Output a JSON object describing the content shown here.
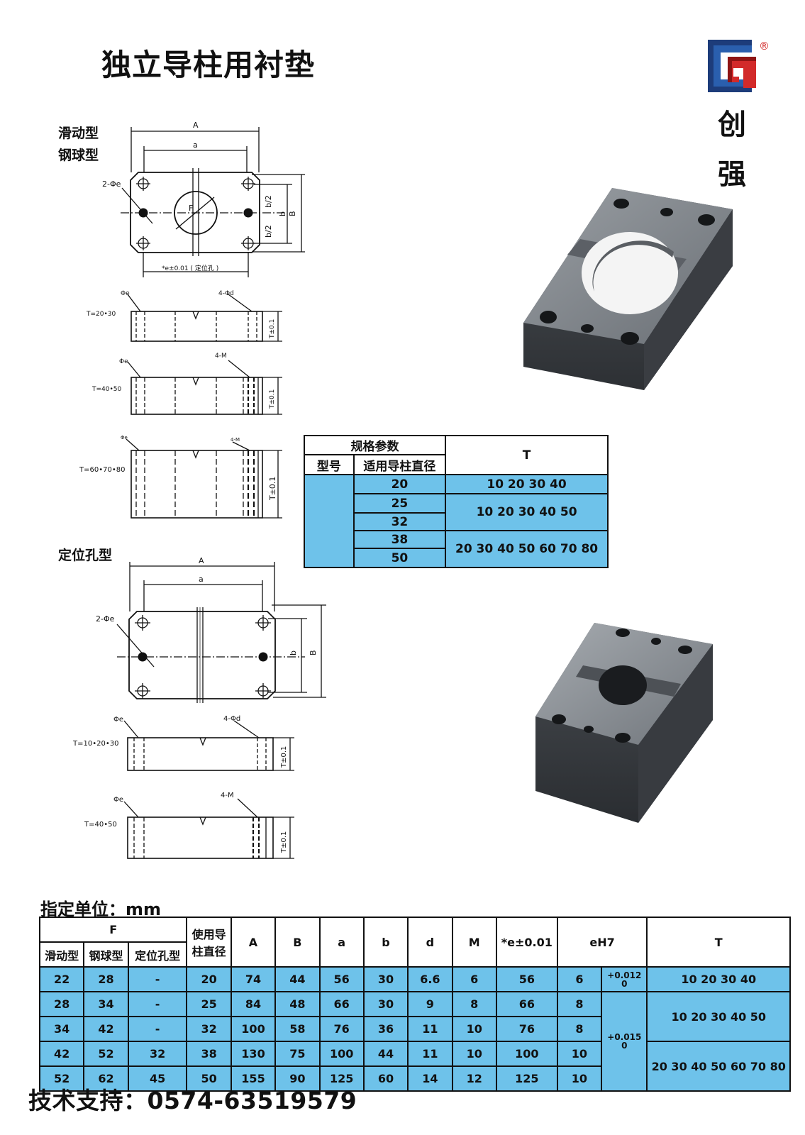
{
  "title": "独立导柱用衬垫",
  "brand": {
    "logo_mark": "cq-logo",
    "registered": "®",
    "name_1": "创",
    "name_2": "强"
  },
  "diagram1": {
    "section_label_1": "滑动型",
    "section_label_2": "钢球型",
    "dim_A": "A",
    "dim_a": "a",
    "dim_b": "b",
    "dim_B": "B",
    "dim_b_half": "b/2",
    "hole_label": "2-Φe",
    "bore_label": "F",
    "pitch_label": "*e±0.01 ( 定位孔 )",
    "side1": {
      "t_label": "T=20•30",
      "left_label": "Φe",
      "right_label": "4-Φd",
      "tol": "T±0.1"
    },
    "side2": {
      "t_label": "T=40•50",
      "left_label": "Φe",
      "right_label": "4-M",
      "tol": "T±0.1"
    },
    "side3": {
      "t_label": "T=60•70•80",
      "left_label": "Φe",
      "right_label": "4-M",
      "tol": "T±0.1"
    }
  },
  "diagram2": {
    "section_label": "定位孔型",
    "dim_A": "A",
    "dim_a": "a",
    "dim_b": "b",
    "dim_B": "B",
    "hole_label": "2-Φe",
    "side1": {
      "t_label": "T=10•20•30",
      "left_label": "Φe",
      "right_label": "4-Φd",
      "tol": "T±0.1"
    },
    "side2": {
      "t_label": "T=40•50",
      "left_label": "Φe",
      "right_label": "4-M",
      "tol": "T±0.1"
    }
  },
  "spec_table": {
    "group_header": "规格参数",
    "col_model": "型号",
    "col_dia": "适用导柱直径",
    "col_T": "T",
    "rows": [
      {
        "dia": "20",
        "T": "10 20 30 40"
      },
      {
        "dia": "25",
        "T": "10 20 30 40 50"
      },
      {
        "dia": "32"
      },
      {
        "dia": "38",
        "T": "20 30 40 50 60 70 80"
      },
      {
        "dia": "50"
      }
    ]
  },
  "unit_label": "指定单位：mm",
  "main_table": {
    "headers": {
      "F": "F",
      "F_sub": [
        "滑动型",
        "钢球型",
        "定位孔型"
      ],
      "use_dia": "使用导柱直径",
      "A": "A",
      "B": "B",
      "a": "a",
      "b": "b",
      "d": "d",
      "M": "M",
      "e": "*e±0.01",
      "eH7": "eH7",
      "T": "T"
    },
    "rows": [
      {
        "slide": "22",
        "ball": "28",
        "pos": "-",
        "dia": "20",
        "A": "74",
        "B": "44",
        "a": "56",
        "b": "30",
        "d": "6.6",
        "M": "6",
        "e": "56",
        "eh7": "6"
      },
      {
        "slide": "28",
        "ball": "34",
        "pos": "-",
        "dia": "25",
        "A": "84",
        "B": "48",
        "a": "66",
        "b": "30",
        "d": "9",
        "M": "8",
        "e": "66",
        "eh7": "8"
      },
      {
        "slide": "34",
        "ball": "42",
        "pos": "-",
        "dia": "32",
        "A": "100",
        "B": "58",
        "a": "76",
        "b": "36",
        "d": "11",
        "M": "10",
        "e": "76",
        "eh7": "8"
      },
      {
        "slide": "42",
        "ball": "52",
        "pos": "32",
        "dia": "38",
        "A": "130",
        "B": "75",
        "a": "100",
        "b": "44",
        "d": "11",
        "M": "10",
        "e": "100",
        "eh7": "10"
      },
      {
        "slide": "52",
        "ball": "62",
        "pos": "45",
        "dia": "50",
        "A": "155",
        "B": "90",
        "a": "125",
        "b": "60",
        "d": "14",
        "M": "12",
        "e": "125",
        "eh7": "10"
      }
    ],
    "tol1": "+0.012\n0",
    "tol2": "+0.015\n0",
    "T1": "10 20 30 40",
    "T2": "10 20 30 40 50",
    "T3": "20 30 40 50 60 70 80"
  },
  "support": "技术支持：0574-63519579"
}
